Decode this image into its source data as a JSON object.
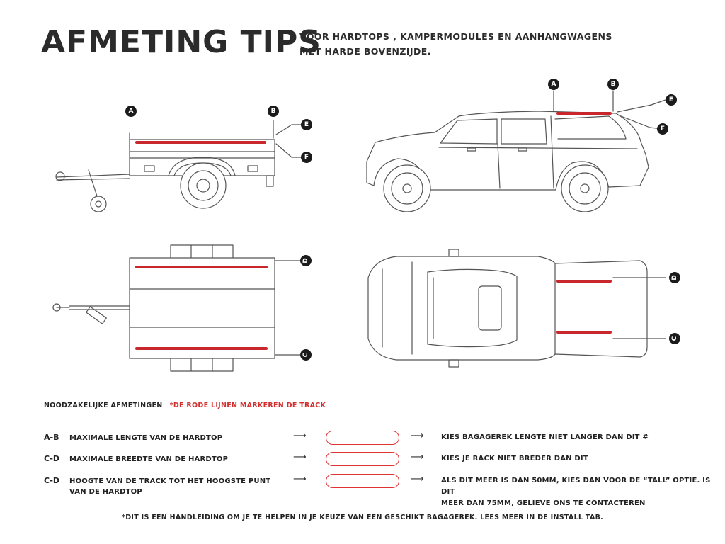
{
  "header": {
    "title": "AFMETING TIPS",
    "subtitle_line1": "VOOR HARDTOPS , KAMPERMODULES EN AANHANGWAGENS",
    "subtitle_line2": "MET HARDE BOVENZIJDE."
  },
  "markers": {
    "a": "A",
    "b": "B",
    "c": "C",
    "d": "D",
    "e": "E",
    "f": "F"
  },
  "colors": {
    "track_red": "#c8272c",
    "outline": "#444444",
    "marker_fill": "#1b1b1b",
    "note_red": "#d12e2e"
  },
  "requirements": {
    "heading": "NOODZAKELIJKE AFMETINGEN",
    "note": "*DE RODE LIJNEN MARKEREN DE TRACK"
  },
  "rows": [
    {
      "code": "A-B",
      "label": "MAXIMALE LENGTE VAN DE HARDTOP",
      "label2": "",
      "result": "KIES BAGAGEREK LENGTE NIET LANGER DAN DIT #",
      "result2": ""
    },
    {
      "code": "C-D",
      "label": "MAXIMALE BREEDTE VAN DE HARDTOP",
      "label2": "",
      "result": "KIES JE RACK NIET BREDER DAN DIT",
      "result2": ""
    },
    {
      "code": "C-D",
      "label": "HOOGTE VAN DE TRACK TOT HET HOOGSTE PUNT",
      "label2": "VAN DE HARDTOP",
      "result": "ALS DIT MEER IS DAN 50MM, KIES DAN VOOR DE “TALL” OPTIE. IS DIT",
      "result2": "MEER DAN 75MM, GELIEVE ONS TE CONTACTEREN"
    }
  ],
  "footer": "*DIT IS EEN HANDLEIDING OM JE TE HELPEN IN JE KEUZE VAN EEN GESCHIKT BAGAGEREK. LEES MEER IN DE INSTALL TAB."
}
